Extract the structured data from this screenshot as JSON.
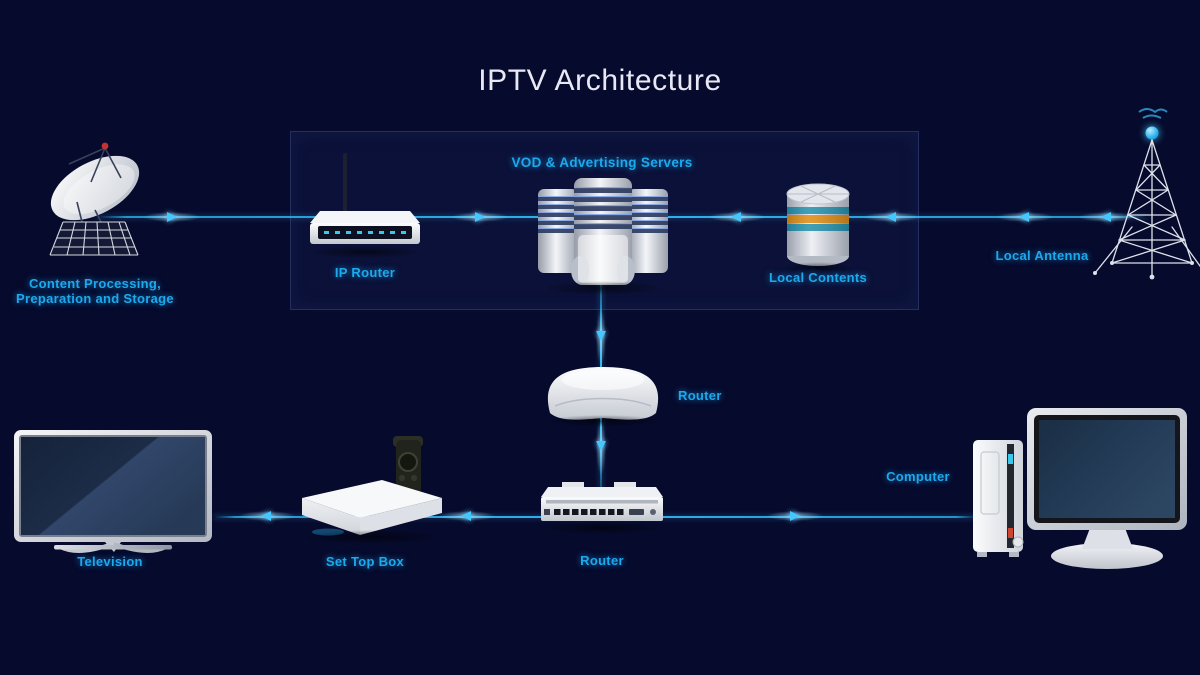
{
  "title": "IPTV Architecture",
  "colors": {
    "background": "#060a2c",
    "accent_line": "#2fb3f0",
    "arrow": "#46c6ff",
    "label_text": "#1ca9ee",
    "title_text": "#e9e9f6",
    "db_band_teal": "#2391ab",
    "db_band_orange": "#e08b10"
  },
  "nodes": {
    "content_processing": {
      "label_line1": "Content Processing,",
      "label_line2": "Preparation and Storage",
      "icon": "satellite-dish-icon"
    },
    "ip_router": {
      "label": "IP Router",
      "icon": "ip-router-icon"
    },
    "vod_servers": {
      "label": "VOD & Advertising Servers",
      "icon": "server-stack-icon"
    },
    "local_contents": {
      "label": "Local Contents",
      "icon": "database-icon"
    },
    "local_antenna": {
      "label": "Local Antenna",
      "icon": "antenna-tower-icon"
    },
    "distribution_router": {
      "label": "Router",
      "icon": "wireless-router-icon"
    },
    "access_router": {
      "label": "Router",
      "icon": "network-switch-icon"
    },
    "set_top_box": {
      "label": "Set Top Box",
      "icon": "set-top-box-icon"
    },
    "television": {
      "label": "Television",
      "icon": "television-icon"
    },
    "computer": {
      "label": "Computer",
      "icon": "computer-icon"
    }
  }
}
